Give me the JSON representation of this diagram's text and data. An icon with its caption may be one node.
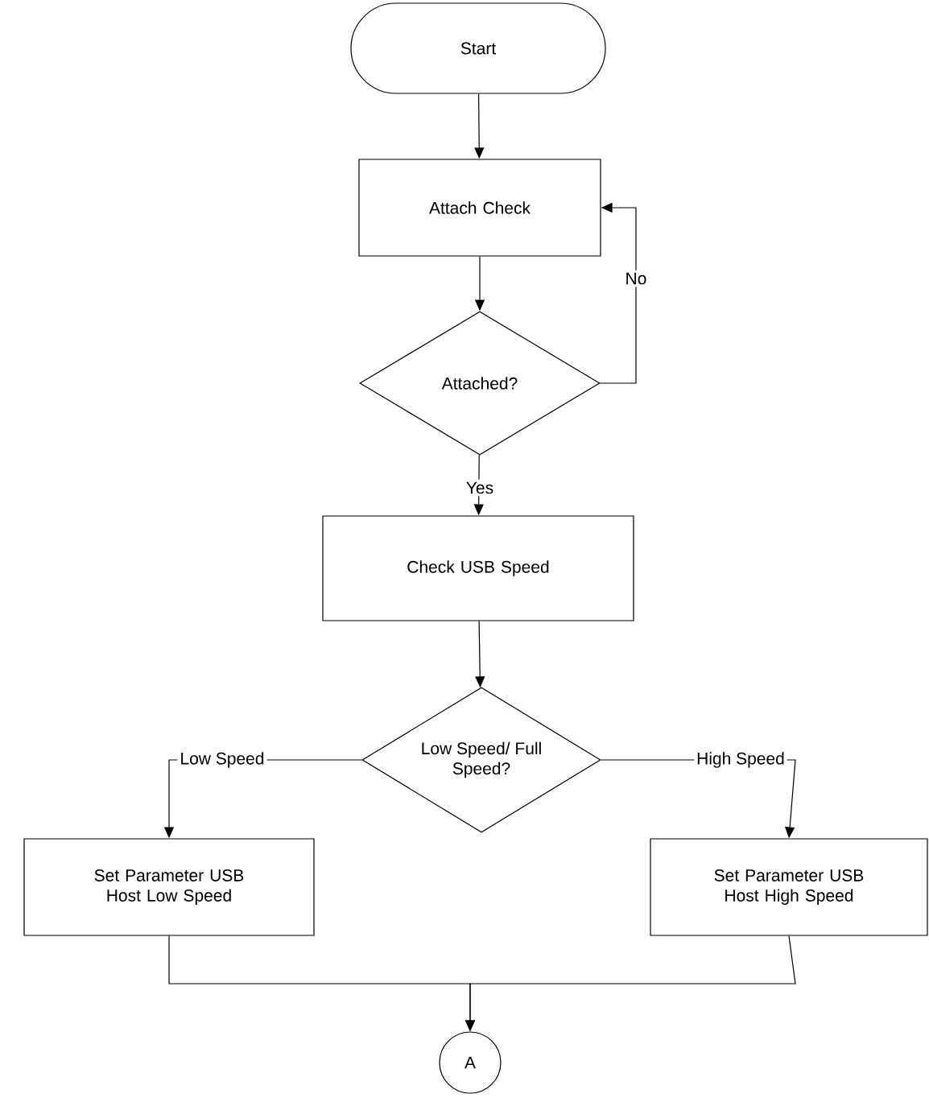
{
  "diagram": {
    "nodes": [
      {
        "text": [
          "Start"
        ]
      },
      {
        "text": [
          "Attach Check"
        ]
      },
      {
        "text": [
          "Attached?"
        ]
      },
      {
        "text": [
          "Check USB Speed"
        ]
      },
      {
        "text": [
          "Low Speed/ Full Speed?"
        ]
      },
      {
        "text": [
          "Set Parameter USB Host Low Speed"
        ]
      },
      {
        "text": [
          "Set Parameter USB Host High Speed"
        ]
      },
      {
        "text": [
          "A"
        ]
      }
    ],
    "edges": [
      {
        "from": 0,
        "to": 1,
        "arrow": "to"
      },
      {
        "from": 1,
        "to": 2,
        "arrow": "to"
      },
      {
        "from": 2,
        "to": 1,
        "arrow": "to",
        "label": "No"
      },
      {
        "from": 2,
        "to": 3,
        "arrow": "to",
        "label": "Yes"
      },
      {
        "from": 3,
        "to": 4,
        "arrow": "to"
      },
      {
        "from": 4,
        "to": 5,
        "arrow": "to",
        "label": "Low Speed"
      },
      {
        "from": 4,
        "to": 6,
        "arrow": "to",
        "label": "High Speed"
      },
      {
        "from": 5,
        "to": 7,
        "arrow": "to"
      },
      {
        "from": 6,
        "to": 7,
        "arrow": "to"
      }
    ]
  }
}
